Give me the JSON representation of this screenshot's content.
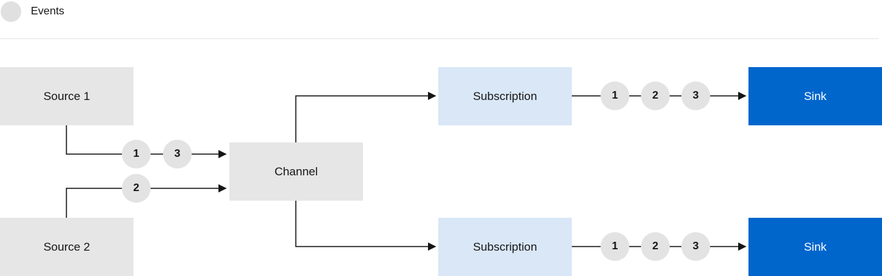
{
  "legend": {
    "label": "Events",
    "icon": "event-circle"
  },
  "nodes": {
    "source_1": "Source 1",
    "source_2": "Source 2",
    "channel": "Channel",
    "subscription_top": "Subscription",
    "subscription_bottom": "Subscription",
    "sink_top": "Sink",
    "sink_bottom": "Sink"
  },
  "events": {
    "source_1_to_channel": [
      "1",
      "3"
    ],
    "source_2_to_channel": [
      "2"
    ],
    "top_subscription_to_sink": [
      "1",
      "2",
      "3"
    ],
    "bottom_subscription_to_sink": [
      "1",
      "2",
      "3"
    ]
  },
  "colors": {
    "gray_box": "#e6e6e6",
    "subscription_box": "#d9e7f7",
    "sink_box": "#0066cc",
    "event_circle": "#e3e3e3",
    "connector": "#151515"
  }
}
